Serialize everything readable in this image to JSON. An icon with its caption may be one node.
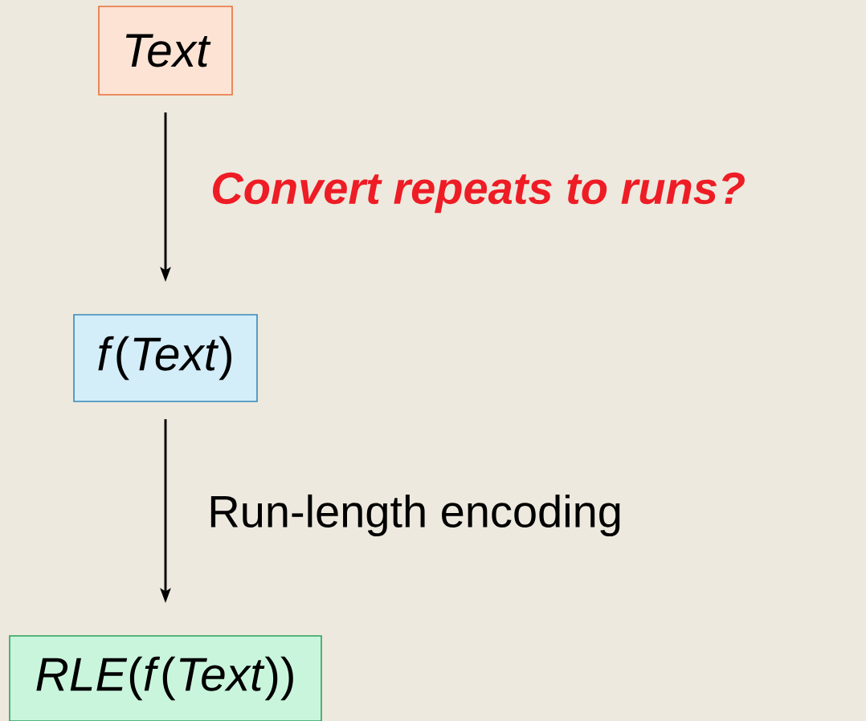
{
  "diagram": {
    "nodes": [
      {
        "text": [
          "Text"
        ]
      },
      {
        "text": [
          "*f*(*Text*)"
        ]
      },
      {
        "text": [
          "*RLE*(*f*(*Text*))"
        ]
      }
    ],
    "edges": [
      {
        "from": 0,
        "to": 1,
        "arrow": "to",
        "label": "Convert repeats to runs?"
      },
      {
        "from": 1,
        "to": 2,
        "arrow": "to",
        "label": "Run-length encoding"
      }
    ]
  }
}
